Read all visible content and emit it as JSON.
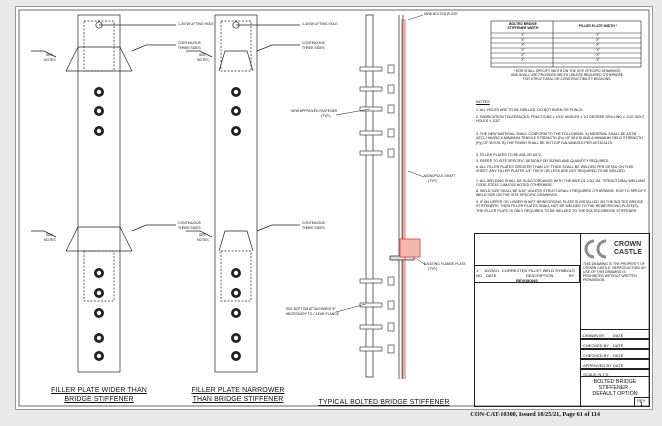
{
  "detail_1": {
    "callout_lifting_hole": "1-3/4\"Ø LIFTING HOLE",
    "callout_continuous": "CONTINUOUS",
    "callout_three_sides": "THREE SIDES",
    "callout_see": "SEE",
    "callout_notes": "NOTES",
    "caption_line1": "FILLER PLATE WIDER THAN",
    "caption_line2": "BRIDGE STIFFENER"
  },
  "detail_2": {
    "callout_lifting_hole": "1-3/4\"Ø LIFTING HOLE",
    "callout_continuous": "CONTINUOUS",
    "callout_three_sides": "THREE SIDES",
    "callout_see": "SEE",
    "callout_notes": "NOTES",
    "caption_line1": "FILLER PLATE NARROWER",
    "caption_line2": "THAN BRIDGE STIFFENER"
  },
  "detail_3": {
    "callout_new_plate": "NEW BOLTED PLATE",
    "callout_fastener_1": "NEW APPROVED FASTENER",
    "callout_fastener_2": "(TYP.)",
    "callout_shaft_1": "MONOPOLE SHAFT",
    "callout_shaft_2": "(TYP.)",
    "callout_flange": "EXISTING FLANGE PLATE",
    "callout_flange_2": "(TYP.)",
    "callout_attach_1": "SEE BOTTOM ATTACHMENT IF",
    "callout_attach_2": "NECESSARY TO CLEAR FLANGE",
    "caption": "TYPICAL BOLTED BRIDGE STIFFENER"
  },
  "filler_table": {
    "header_1a": "BOLTED BRIDGE",
    "header_1b": "STIFFENER WIDTH",
    "header_2": "FILLER PLATE WIDTH *",
    "rows": [
      [
        "X\"",
        "X\""
      ],
      [
        "X\"",
        "X\""
      ],
      [
        "X\"",
        "X\""
      ],
      [
        "X\"",
        "X\""
      ],
      [
        "X\"",
        "X\""
      ],
      [
        "X\"",
        "X\""
      ],
      [
        "X\"",
        "X\""
      ]
    ],
    "footnote_1": "* EOR SHALL SPECIFY WIDTH ON THE SITE SPECIFIC DRAWINGS",
    "footnote_2": "AND SHALL USE PROVIDED WIDTH UNLESS REQUIRED OTHERWISE",
    "footnote_3": "FOR STRUCTURAL OR CONSTRUCTIBILITY REASONS."
  },
  "notes": {
    "heading": "NOTES",
    "items": [
      "1. ALL HOLES ARE TO BE DRILLED, DO NOT BURN OR PUNCH.",
      "2. FABRICATION TOLERANCES:  FRACTIONS ± 1/16\"  ANGLES ± 1/2 DEGREE  DRILLING ± 1/32\"  BOLT HOLES ± 1/32\"",
      "3. THE NEW MATERIAL SHALL CONFORM TO THE FOLLOWING: A) MATERIAL SHALL BE ASTM A572, HAVING A MINIMUM TENSILE STRENGTH (Fu) OF 65 KSI AND A MINIMUM YIELD STRENGTH (Fy) OF 50 KSI. B) THE FINISH SHALL BE HOT-DIP GALVANIZED PER ASTM A123.",
      "4. FILLER PLATES TO BE A36 OR A572.",
      "5. REFER TO SITE SPECIFIC DESIGN FOR SIZING AND QUANTITY REQUIRED.",
      "6. ALL FILLER PLATES GREATER THAN 1/4\" THICK SHALL BE WELDED PER DETAIL ON THIS SHEET. ANY FILLER PLATES 1/4\" THICK OR LESS ARE NOT REQUIRED TO BE WELDED.",
      "7. ALL WELDING SHALL BE IN ACCORDANCE WITH THE AWS D1.1/D1.1M, \"STRUCTURAL WELDING CODE-STEEL\" UNLESS NOTED OTHERWISE.",
      "8. WELD SIZE SHALL BE 3/16\" UNLESS STRUCTURALLY REQUIRED OTHERWISE. EOR TO SPECIFY WELD SIZE ON THE SITE SPECIFIC DRAWINGS.",
      "9. IF AN UPPER OR LOWER SHAFT REINFORCING PLATE IS INSTALLED ON THE BOLTED BRIDGE STIFFENERS, THEN FILLER PLATES SHALL NOT BE WELDED TO THE REINFORCING PLATE(S). THE FILLER PLATE IS ONLY REQUIRED TO BE WELDED TO THE BOLTED BRIDGE STIFFENER."
    ]
  },
  "title_block": {
    "company_1": "CROWN",
    "company_2": "CASTLE",
    "company_blurb": "THIS DRAWING IS THE PROPERTY OF CROWN CASTLE. REPRODUCTION OR USE OF THIS DRAWING IS PROHIBITED WITHOUT WRITTEN PERMISSION.",
    "rev_row_no": "1",
    "rev_row_date": "10/25/21",
    "rev_row_desc": "CORRECTED FILLET WELD SYMBOLS",
    "rev_col_no": "NO.",
    "rev_col_date": "DATE",
    "rev_col_desc": "DESCRIPTION",
    "rev_col_by": "BY",
    "rev_title": "REVISIONS",
    "drawn_by": "DRAWN BY",
    "drawn_date": "DATE",
    "checked_by": "CHECKED BY",
    "checked_date": "DATE",
    "checked_by2": "CHECKED BY",
    "checked_date2": "DATE",
    "approved_by": "APPROVED BY",
    "approved_date": "DATE",
    "scale": "SCALE: N.T.S.",
    "drawing_title_1": "BOLTED BRIDGE",
    "drawing_title_2": "STIFFENER -",
    "drawing_title_3": "DEFAULT OPTION",
    "rev_label": "REV",
    "rev_value": "1"
  },
  "footer": "CON-CAT-10300, Issued 10/25/21, Page 61 of 114"
}
